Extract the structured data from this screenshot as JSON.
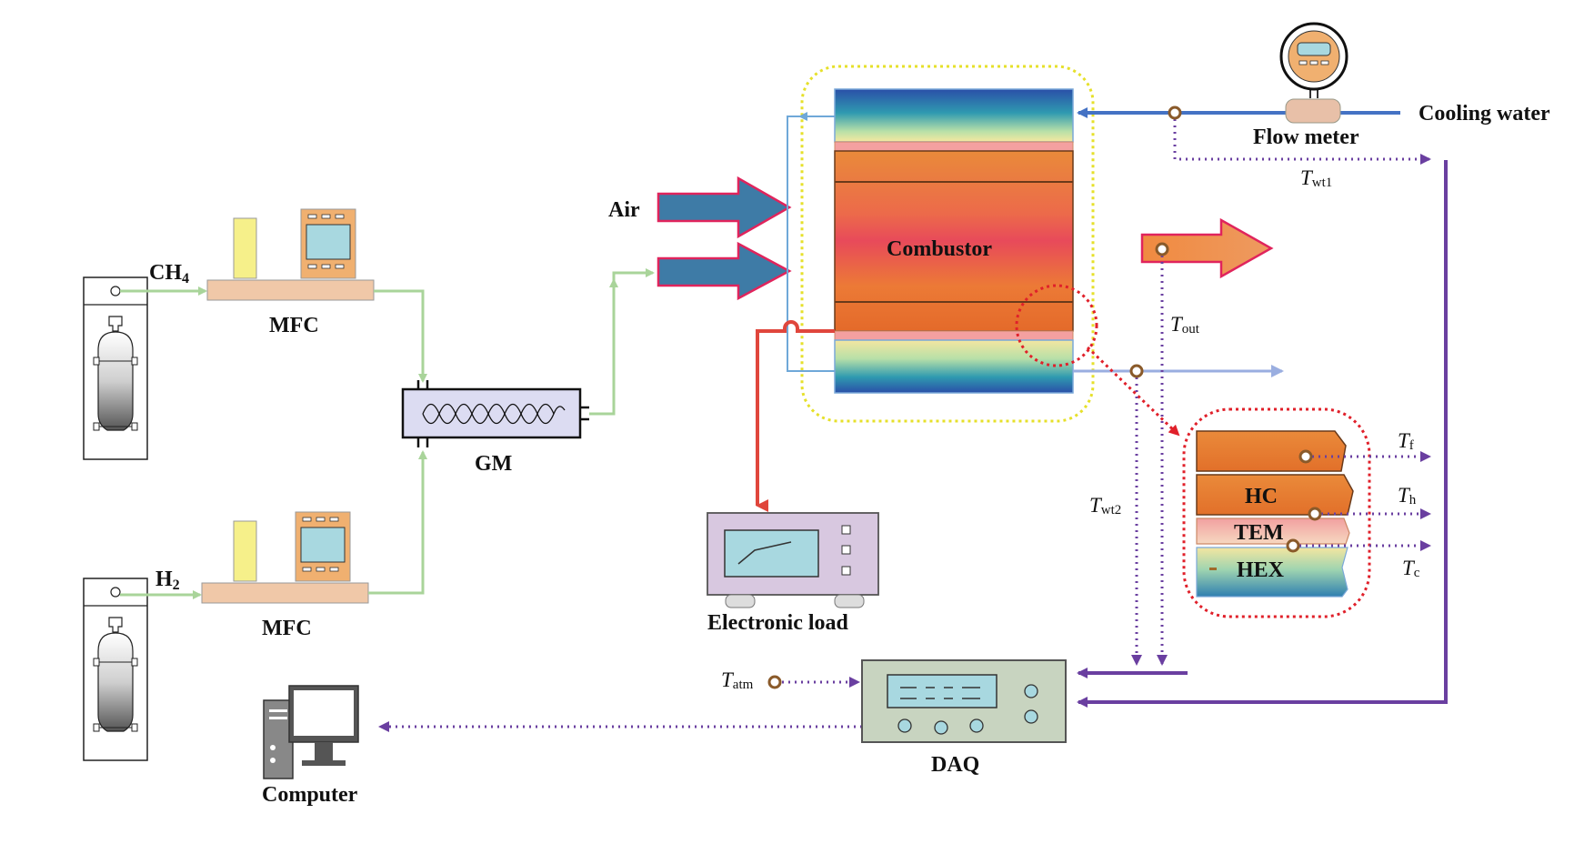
{
  "labels": {
    "ch4_main": "CH",
    "ch4_sub": "4",
    "h2_main": "H",
    "h2_sub": "2",
    "mfc_top": "MFC",
    "mfc_bottom": "MFC",
    "gm": "GM",
    "air": "Air",
    "combustor": "Combustor",
    "flow_meter": "Flow meter",
    "cooling_water": "Cooling water",
    "electronic_load": "Electronic load",
    "computer": "Computer",
    "daq": "DAQ",
    "hc": "HC",
    "tem": "TEM",
    "hex": "HEX"
  },
  "sensors": {
    "twt1": {
      "sym": "T",
      "sub": "wt1"
    },
    "twt2": {
      "sym": "T",
      "sub": "wt2"
    },
    "tout": {
      "sym": "T",
      "sub": "out"
    },
    "tf": {
      "sym": "T",
      "sub": "f"
    },
    "th": {
      "sym": "T",
      "sub": "h"
    },
    "tc": {
      "sym": "T",
      "sub": "c"
    },
    "tatm": {
      "sym": "T",
      "sub": "atm"
    }
  },
  "colors": {
    "gas_line": "#a9d49a",
    "cooling_line": "#4472c4",
    "signal_line": "#6a3fa0",
    "power_line": "#e0463c",
    "air_arrow": "#3e7ba6",
    "arrow_outline": "#e0245c",
    "zoom_circle": "#e0202a",
    "combustor_outline": "#e6e02a",
    "sensor_ring": "#8a5a2a"
  }
}
